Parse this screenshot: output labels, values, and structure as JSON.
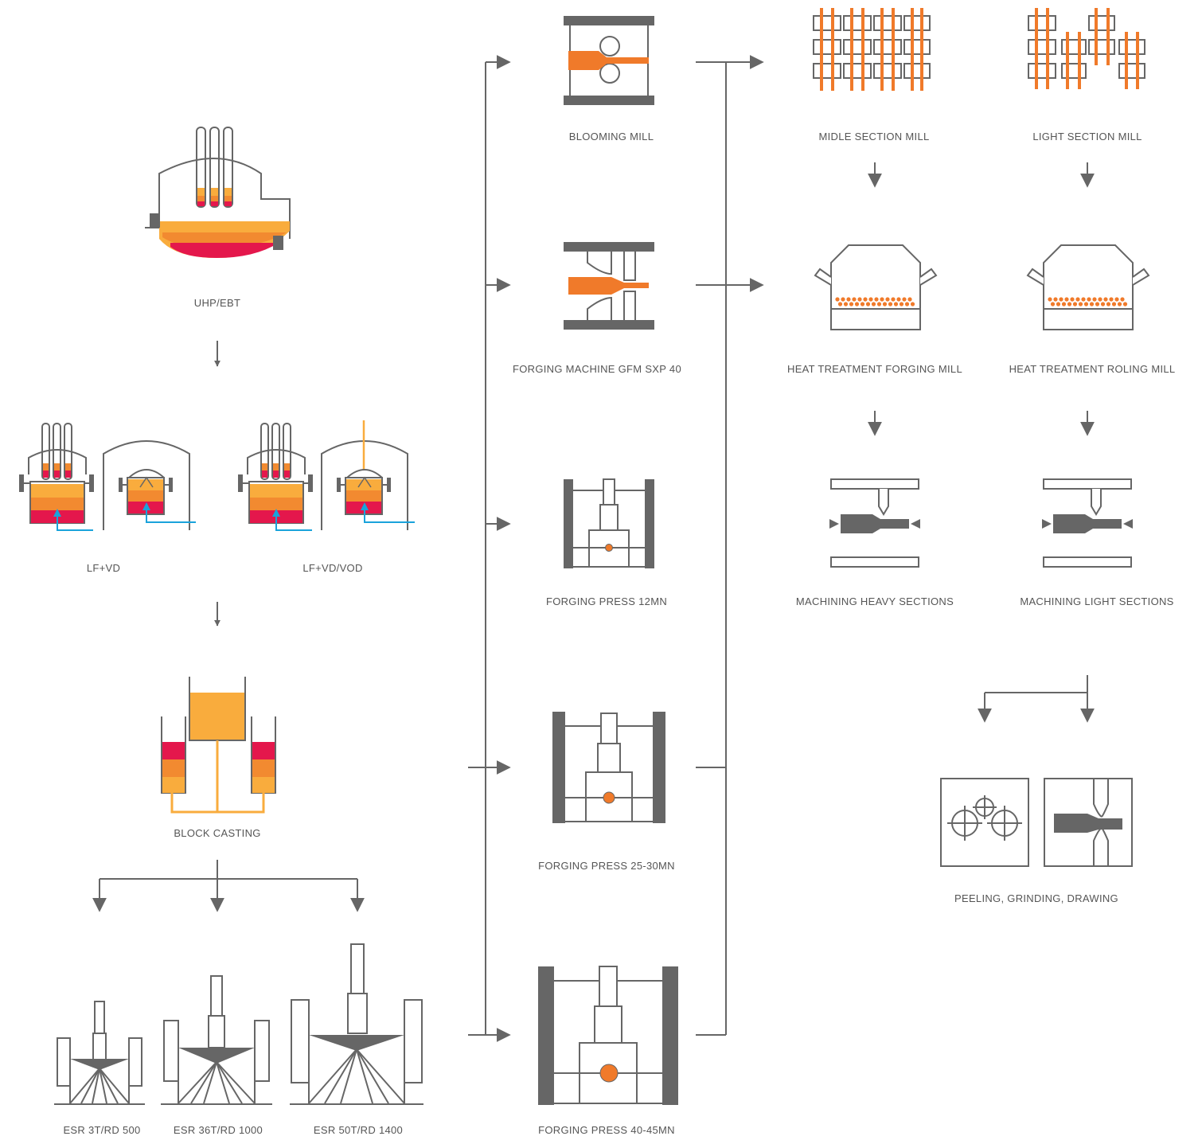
{
  "colors": {
    "gray": "#666666",
    "orange": "#f07a2a",
    "light_orange": "#f9ac3d",
    "mid_orange": "#f28a30",
    "red": "#e4174c",
    "blue": "#1aa3db"
  },
  "steelmaking": {
    "furnace_label": "UHP/EBT",
    "ladle1_label": "LF+VD",
    "ladle2_label": "LF+VD/VOD",
    "casting_label": "BLOCK CASTING",
    "esr": [
      {
        "label": "ESR 3T/RD 500"
      },
      {
        "label": "ESR 36T/RD 1000"
      },
      {
        "label": "ESR 50T/RD 1400"
      }
    ]
  },
  "forming": {
    "blooming_label": "BLOOMING  MILL",
    "gfm_label": "FORGING MACHINE GFM SXP 40",
    "press12_label": "FORGING PRESS 12MN",
    "press25_label": "FORGING PRESS 25-30MN",
    "press40_label": "FORGING PRESS 40-45MN"
  },
  "finishing": {
    "mid_section_label": "MIDLE SECTION  MILL",
    "light_section_label": "LIGHT SECTION  MILL",
    "ht_forging_label": "HEAT TREATMENT FORGING MILL",
    "ht_rolling_label": "HEAT TREATMENT ROLING MILL",
    "mach_heavy_label": "MACHINING HEAVY SECTIONS",
    "mach_light_label": "MACHINING LIGHT SECTIONS",
    "peeling_label": "PEELING, GRINDING, DRAWING"
  }
}
